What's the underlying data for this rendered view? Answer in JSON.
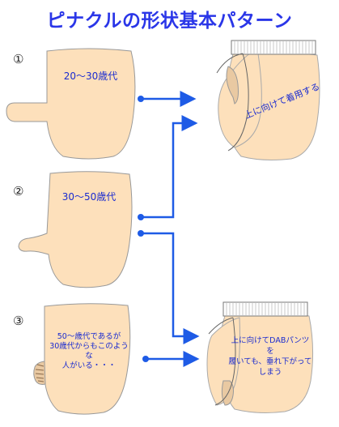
{
  "title": "ピナクルの形状基本パターン",
  "patterns": [
    {
      "number": "①",
      "label": "20〜30歳代"
    },
    {
      "number": "②",
      "label": "30〜50歳代"
    },
    {
      "number": "③",
      "label_lines": [
        "50〜歳代であるが",
        "30歳代からもこのような",
        "人がいる・・・"
      ]
    }
  ],
  "results": [
    {
      "label": "上に向けて着用する"
    },
    {
      "label_lines": [
        "上に向けてDABパンツを",
        "履いても、垂れ下がって",
        "しまう"
      ]
    }
  ],
  "colors": {
    "skin": "#fde0bb",
    "outline": "#888888",
    "arrow": "#1e5be6",
    "text": "#1a2bd0",
    "title": "#2a36e8"
  }
}
